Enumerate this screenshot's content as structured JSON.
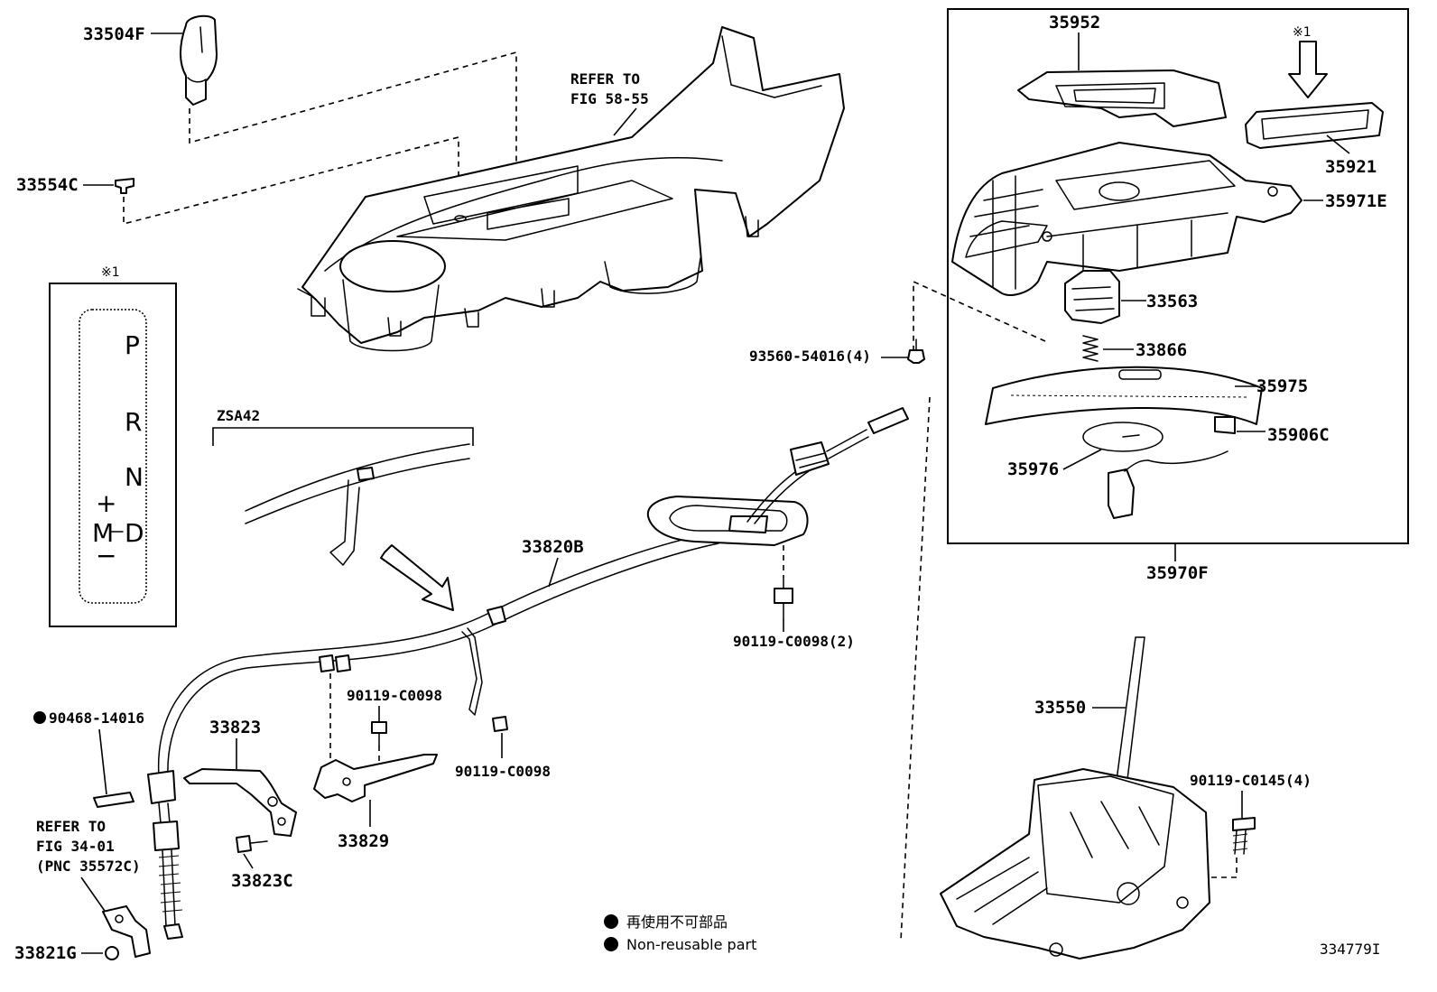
{
  "diagram": {
    "illustration_number": "334779I",
    "callouts": {
      "p33504F": "33504F",
      "p33554C": "33554C",
      "refer_fig_58_55_line1": "REFER TO",
      "refer_fig_58_55_line2": "FIG 58-55",
      "p35952": "35952",
      "note_mark_top": "※1",
      "p35921": "35921",
      "p35971E": "35971E",
      "p33563": "33563",
      "p93560": "93560-54016(4)",
      "p33866": "33866",
      "p35975": "35975",
      "p35906C": "35906C",
      "p35976": "35976",
      "p35970F": "35970F",
      "zsa42": "ZSA42",
      "p33820B": "33820B",
      "p90119_C0098_2": "90119-C0098(2)",
      "p90119_C0098_a": "90119-C0098",
      "p90119_C0098_b": "90119-C0098",
      "p90468": "90468-14016",
      "p33823": "33823",
      "p33829": "33829",
      "p33823C": "33823C",
      "p33821G": "33821G",
      "refer_fig_34_01_line1": "REFER TO",
      "refer_fig_34_01_line2": "FIG 34-01",
      "refer_fig_34_01_line3": "(PNC 35572C)",
      "p33550": "33550",
      "p90119_C0145": "90119-C0145(4)"
    },
    "shift_gate": {
      "note_mark": "※1",
      "positions": [
        "P",
        "R",
        "N",
        "D"
      ],
      "manual_label": "M",
      "plus": "+",
      "minus": "−"
    },
    "legend": [
      {
        "symbol": "filled-circle",
        "text": "再使用不可部品"
      },
      {
        "symbol": "filled-circle",
        "text": "Non-reusable part"
      }
    ]
  }
}
